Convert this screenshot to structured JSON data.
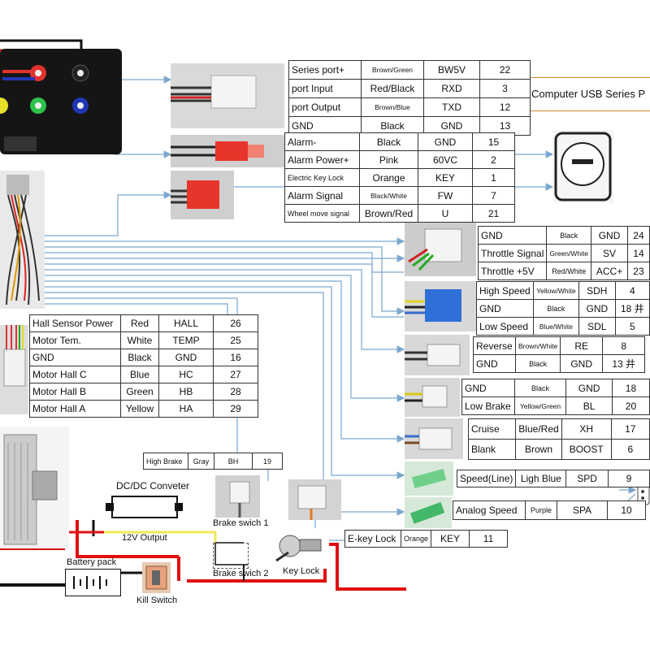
{
  "series_table": [
    [
      "Series port+",
      "Brown/Green",
      "BW5V",
      "22"
    ],
    [
      "port Input",
      "Red/Black",
      "RXD",
      "3"
    ],
    [
      "port Output",
      "Brown/Blue",
      "TXD",
      "12"
    ],
    [
      "GND",
      "Black",
      "GND",
      "13"
    ]
  ],
  "usb_label": "Computer USB Series P",
  "alarm_table": [
    [
      "Alarm-",
      "Black",
      "GND",
      "15"
    ],
    [
      "Alarm Power+",
      "Pink",
      "60VC",
      "2"
    ],
    [
      "Electric Key Lock",
      "Orange",
      "KEY",
      "1"
    ],
    [
      "Alarm Signal",
      "Black/White",
      "FW",
      "7"
    ],
    [
      "Wheel move signal",
      "Brown/Red",
      "U",
      "21"
    ]
  ],
  "throttle_table": [
    [
      "GND",
      "Black",
      "GND",
      "24"
    ],
    [
      "Throttle Signal",
      "Green/White",
      "SV",
      "14"
    ],
    [
      "Throttle +5V",
      "Red/White",
      "ACC+",
      "23"
    ]
  ],
  "speed_table": [
    [
      "High Speed",
      "Yellow/White",
      "SDH",
      "4"
    ],
    [
      "GND",
      "Black",
      "GND",
      "18 井"
    ],
    [
      "Low Speed",
      "Blue/White",
      "SDL",
      "5"
    ]
  ],
  "reverse_table": [
    [
      "Reverse",
      "Brown/White",
      "RE",
      "8"
    ],
    [
      "GND",
      "Black",
      "GND",
      "13 井"
    ]
  ],
  "lowbrake_table": [
    [
      "GND",
      "Black",
      "GND",
      "18"
    ],
    [
      "Low Brake",
      "Yellow/Green",
      "BL",
      "20"
    ]
  ],
  "cruise_table": [
    [
      "Cruise",
      "Blue/Red",
      "XH",
      "17"
    ],
    [
      "Blank",
      "Brown",
      "BOOST",
      "6"
    ]
  ],
  "spd_table": [
    [
      "Speed(Line)",
      "Ligh Blue",
      "SPD",
      "9"
    ]
  ],
  "analog_table": [
    [
      "Analog Speed",
      "Purple",
      "SPA",
      "10"
    ]
  ],
  "ekey_table": [
    [
      "E-key Lock",
      "Orange",
      "KEY",
      "11"
    ]
  ],
  "hall_table": [
    [
      "Hall Sensor Power",
      "Red",
      "HALL",
      "26"
    ],
    [
      "Motor Tem.",
      "White",
      "TEMP",
      "25"
    ],
    [
      "GND",
      "Black",
      "GND",
      "16"
    ],
    [
      "Motor Hall C",
      "Blue",
      "HC",
      "27"
    ],
    [
      "Motor Hall B",
      "Green",
      "HB",
      "28"
    ],
    [
      "Motor Hall A",
      "Yellow",
      "HA",
      "29"
    ]
  ],
  "highbrake_table": [
    [
      "High Brake",
      "Gray",
      "BH",
      "19"
    ]
  ],
  "labels": {
    "dcdc": "DC/DC Conveter",
    "v12": "12V Output",
    "brake1": "Brake swich 1",
    "brake2": "Brake swich 2",
    "battery": "Battery pack",
    "kill": "Kill Switch",
    "keylock": "Key Lock"
  },
  "colors": {
    "line": "#7aa7cf",
    "red_wire": "#e01010",
    "black_wire": "#111111",
    "yellow_wire": "#f1e85a",
    "usb_border": "#c98a2e"
  }
}
